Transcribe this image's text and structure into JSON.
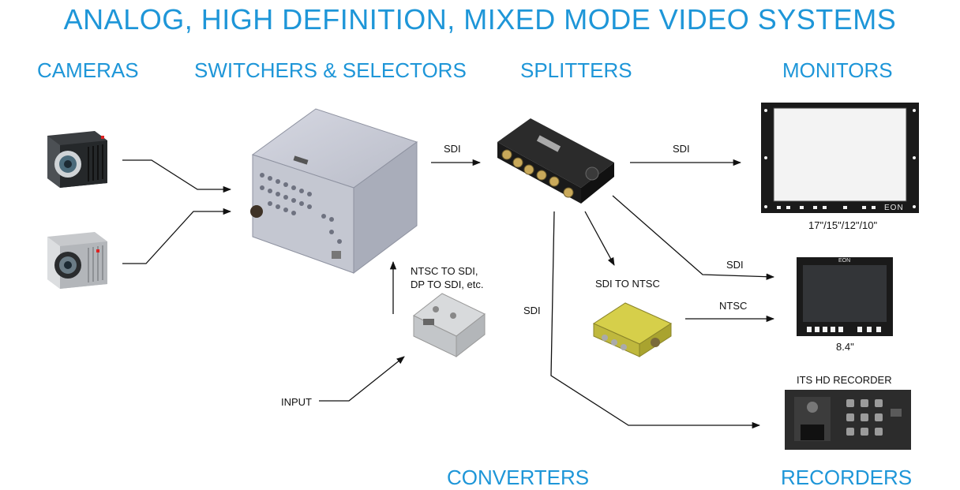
{
  "title": "ANALOG, HIGH DEFINITION, MIXED MODE VIDEO SYSTEMS",
  "categories": {
    "cameras": "CAMERAS",
    "switchers": "SWITCHERS & SELECTORS",
    "splitters": "SPLITTERS",
    "monitors": "MONITORS",
    "converters": "CONVERTERS",
    "recorders": "RECORDERS"
  },
  "labels": {
    "sdi_switcher_splitter": "SDI",
    "sdi_splitter_monitor": "SDI",
    "sdi_splitter_small_monitor": "SDI",
    "sdi_vertical": "SDI",
    "ntsc": "NTSC",
    "sdi_to_ntsc": "SDI TO NTSC",
    "ntsc_to_sdi_line1": "NTSC TO SDI,",
    "ntsc_to_sdi_line2": "DP TO SDI, etc.",
    "input": "INPUT",
    "monitor_sizes": "17\"/15\"/12\"/10\"",
    "small_monitor_size": "8.4\"",
    "recorder_name": "ITS HD RECORDER",
    "monitor_brand": "EON",
    "small_monitor_brand": "EON"
  },
  "colors": {
    "accent": "#1e96d8",
    "line": "#111111"
  }
}
